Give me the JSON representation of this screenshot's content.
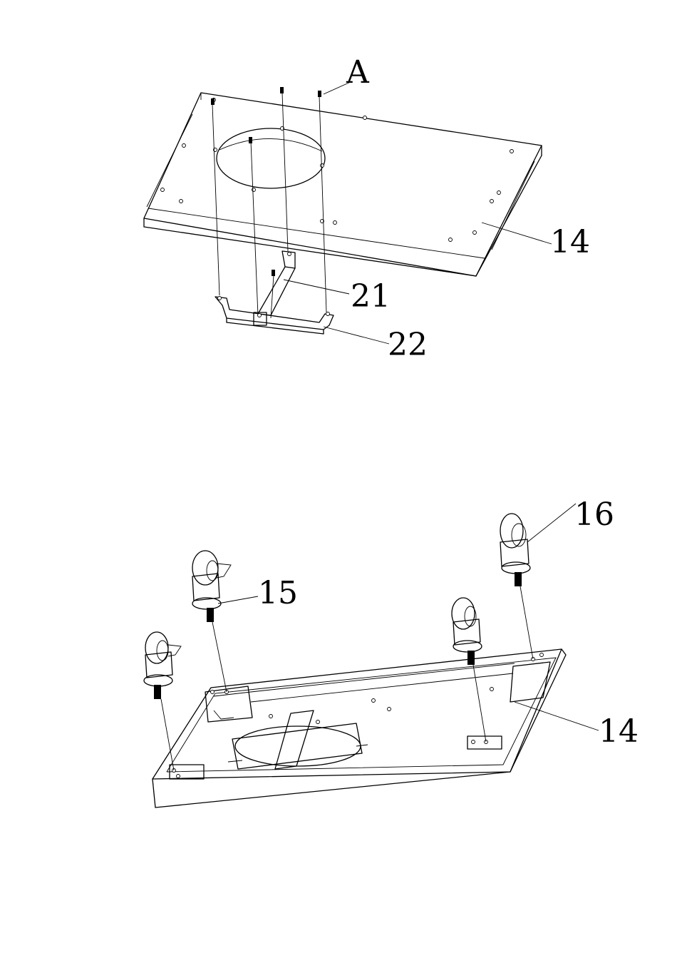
{
  "labels": {
    "detail_a": "A",
    "top_plate": "14",
    "bracket": "21",
    "bracket_base": "22",
    "caster_front": "15",
    "caster_rear": "16",
    "bottom_plate": "14"
  },
  "colors": {
    "line": "#000000",
    "background": "#ffffff"
  }
}
